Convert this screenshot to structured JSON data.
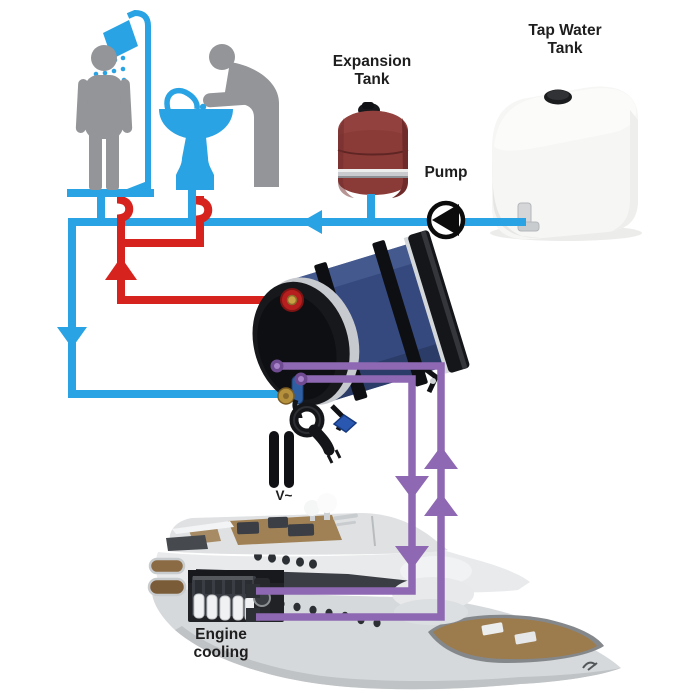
{
  "labels": {
    "expansion_tank_line1": "Expansion",
    "expansion_tank_line2": "Tank",
    "tap_water_tank_line1": "Tap Water",
    "tap_water_tank_line2": "Tank",
    "pump": "Pump",
    "power": "V~",
    "engine_cooling_line1": "Engine",
    "engine_cooling_line2": "cooling"
  },
  "colors": {
    "cold_water": "#29a3e3",
    "hot_water": "#d7231e",
    "engine_coolant": "#8e68b2",
    "engine_coolant_dark": "#6f4c92",
    "heater_body": "#35497e",
    "expansion_tank_body": "#8a3b38",
    "tap_water_tank_body": "#f6f6f5",
    "figure_gray": "#939598",
    "label_text": "#1e1e1e"
  },
  "components": {
    "shower": "shower-with-person",
    "sink": "washbasin-with-person",
    "expansion_tank": "expansion-tank",
    "tap_water_tank": "tap-water-tank",
    "pump": "inline-pump",
    "water_heater": "marine-calorifier",
    "heating_element": "electric-heating-element",
    "boat": "motor-yacht-cutaway",
    "engine": "boat-engine"
  }
}
